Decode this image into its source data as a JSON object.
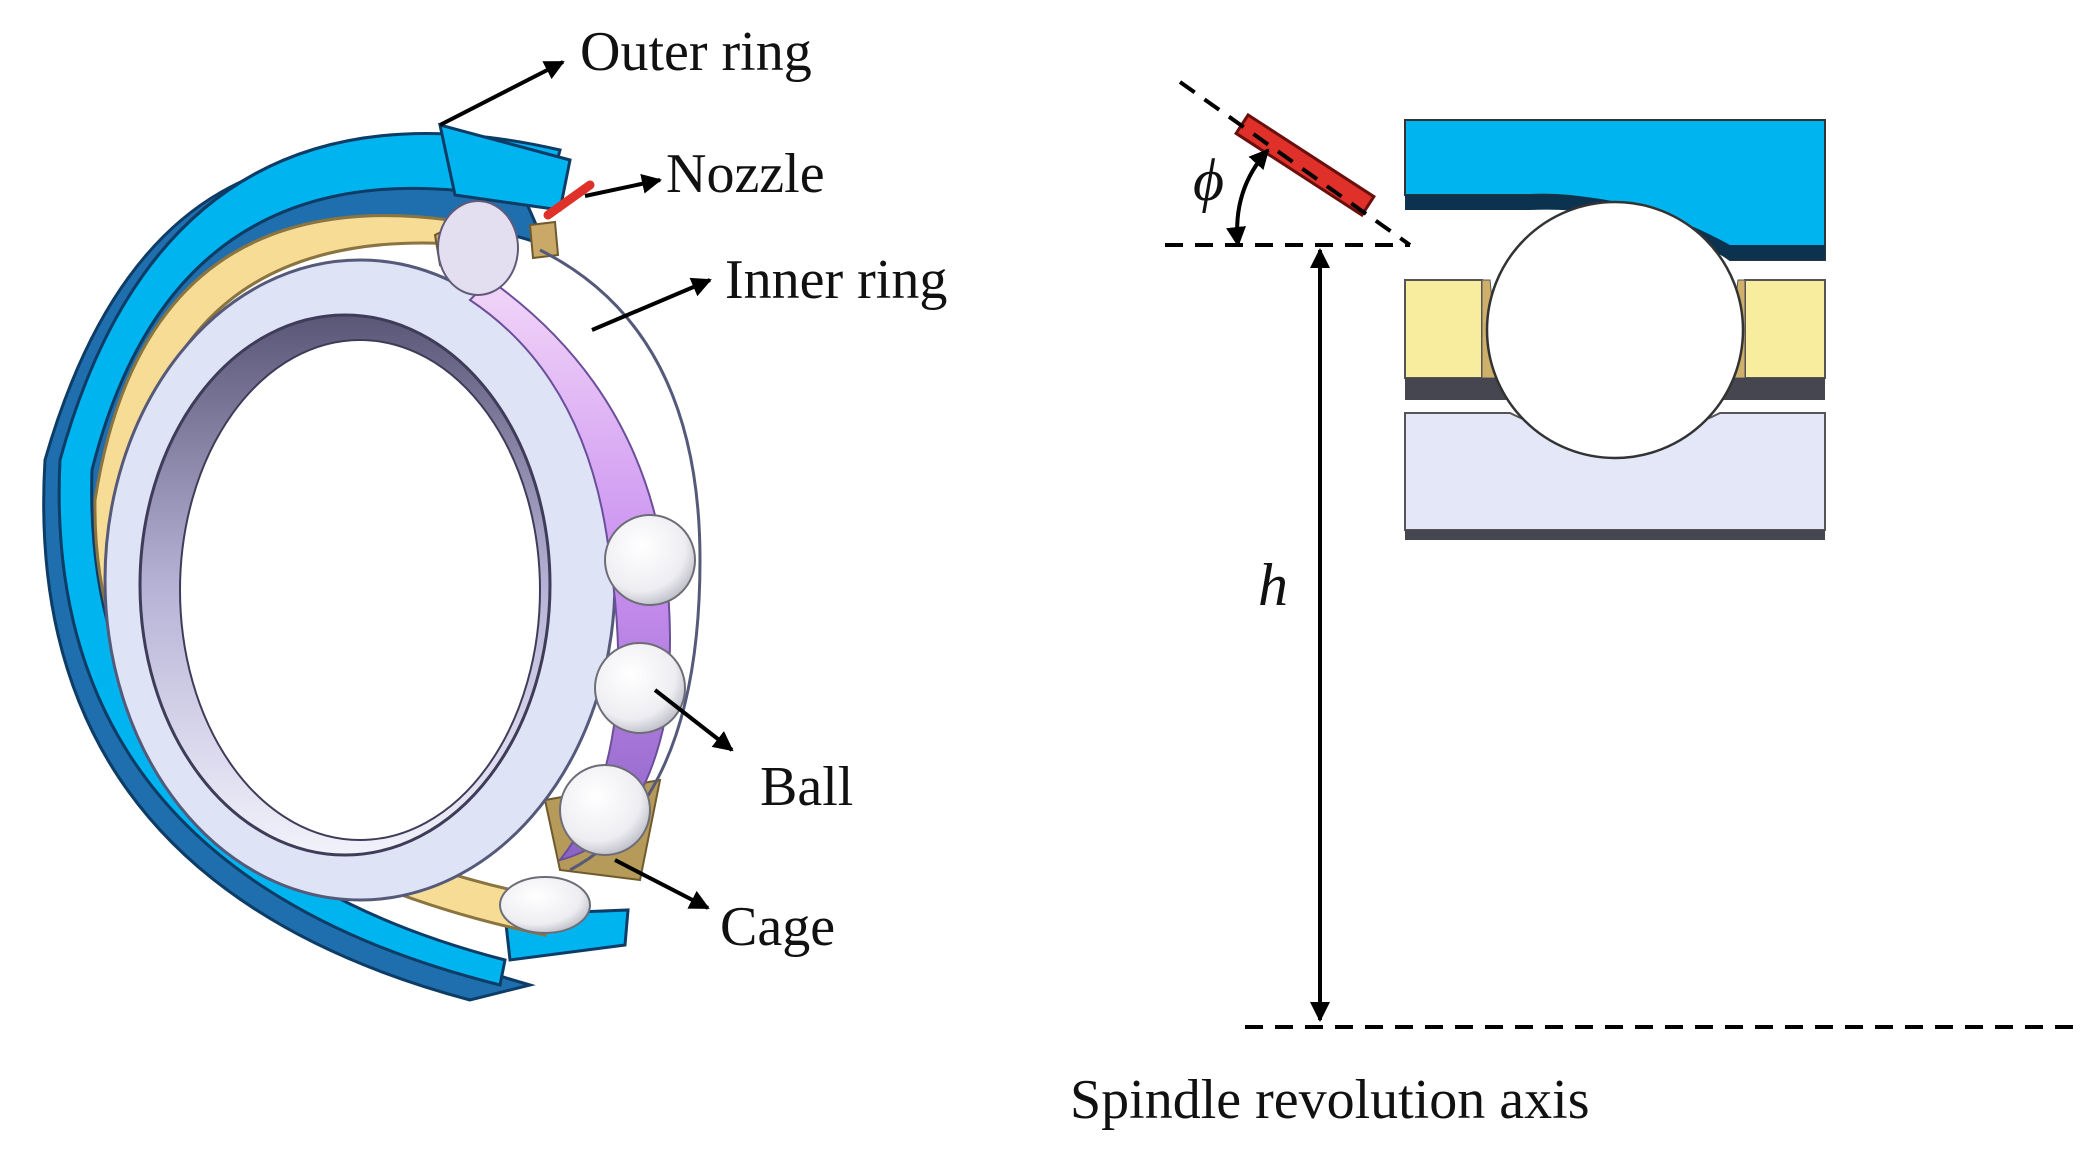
{
  "labels": {
    "outer_ring": "Outer ring",
    "nozzle": "Nozzle",
    "inner_ring": "Inner ring",
    "ball": "Ball",
    "cage": "Cage",
    "phi": "ϕ",
    "h": "h",
    "axis": "Spindle revolution axis"
  },
  "colors": {
    "outer_ring": "#00b4f0",
    "outer_ring_dark": "#1f6fae",
    "cage": "#f6dc94",
    "cage_dark": "#b59a5a",
    "inner_ring": "#dfe3f6",
    "inner_ring_raceway": "#c88ee6",
    "ball": "#f4f4f6",
    "nozzle": "#e0302a",
    "section_base": "#45464f"
  }
}
